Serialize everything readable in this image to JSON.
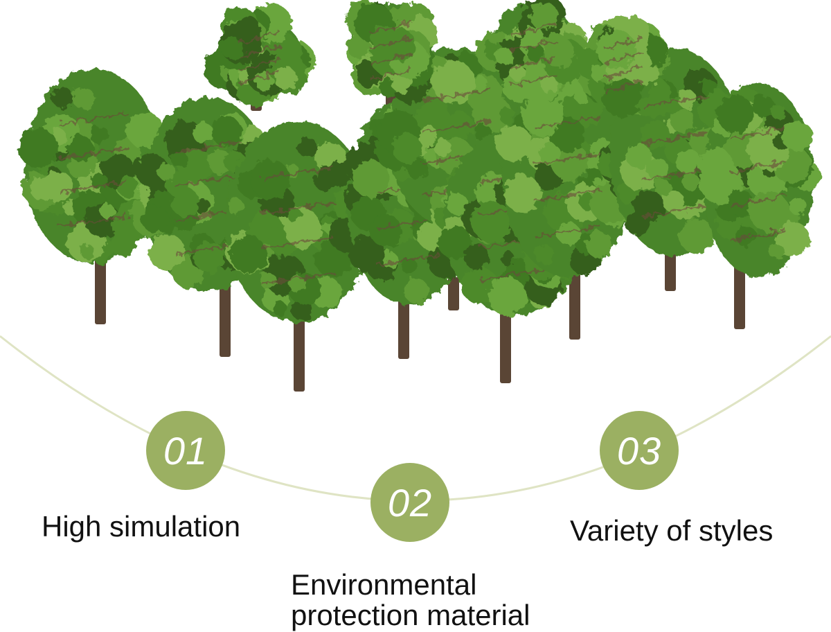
{
  "features": [
    {
      "number": "01",
      "label": "High simulation"
    },
    {
      "number": "02",
      "label_line1": "Environmental",
      "label_line2": "protection material"
    },
    {
      "number": "03",
      "label": "Variety of styles"
    }
  ],
  "colors": {
    "badge": "#9bb062",
    "arc": "#dfe4c4",
    "foliage": "#4e8a2c",
    "trunk": "#5a4535"
  }
}
